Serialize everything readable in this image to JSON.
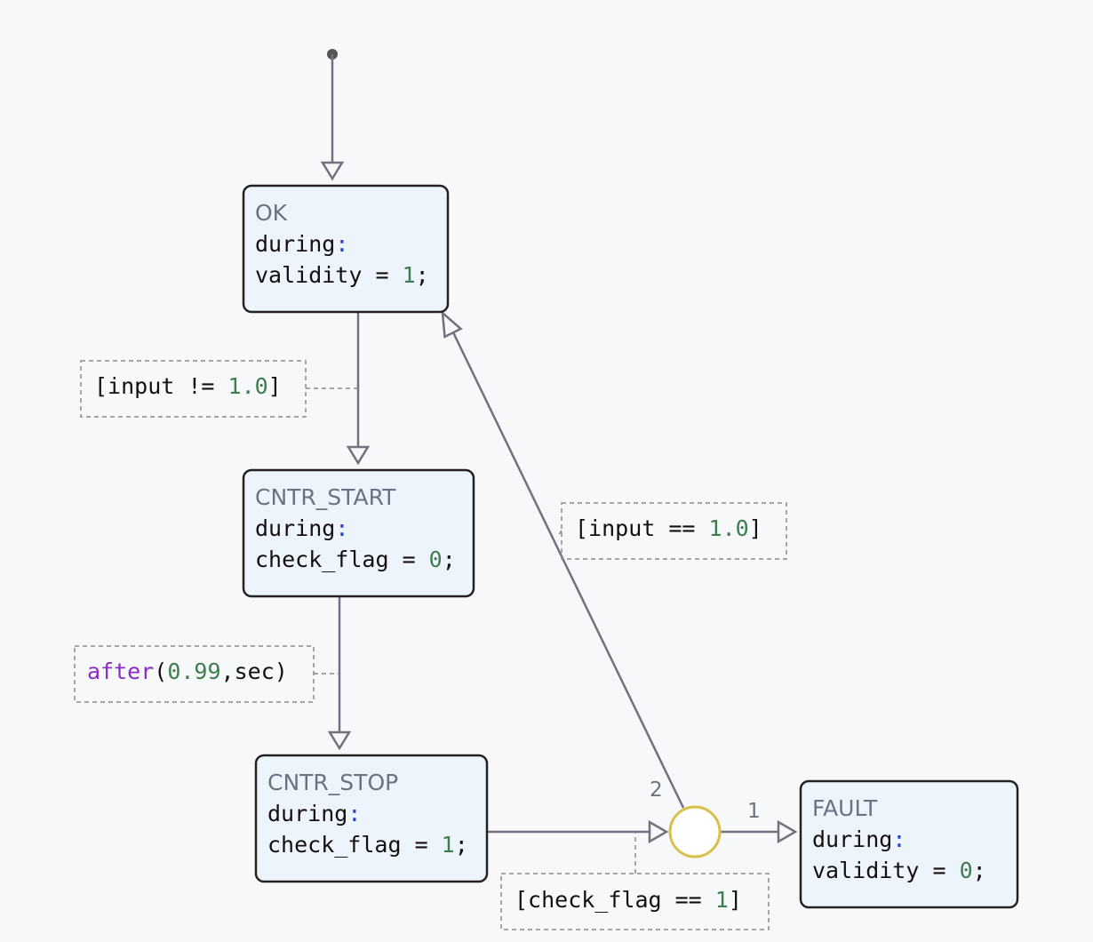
{
  "states": {
    "ok": {
      "name": "OK",
      "action_kw": "during",
      "action_var": "validity",
      "action_op": " = ",
      "action_val": "1",
      "action_end": ";"
    },
    "cntr_start": {
      "name": "CNTR_START",
      "action_kw": "during",
      "action_var": "check_flag",
      "action_op": " = ",
      "action_val": "0",
      "action_end": ";"
    },
    "cntr_stop": {
      "name": "CNTR_STOP",
      "action_kw": "during",
      "action_var": "check_flag",
      "action_op": " = ",
      "action_val": "1",
      "action_end": ";"
    },
    "fault": {
      "name": "FAULT",
      "action_kw": "during",
      "action_var": "validity",
      "action_op": " = ",
      "action_val": "0",
      "action_end": ";"
    }
  },
  "guards": {
    "input_ne": {
      "open": "[input != ",
      "value": "1.0",
      "close": "]"
    },
    "after": {
      "fn": "after",
      "open": "(",
      "value": "0.99",
      "rest": ",sec)"
    },
    "input_eq": {
      "open": "[input == ",
      "value": "1.0",
      "close": "]"
    },
    "check_flag_eq": {
      "open": "[check_flag == ",
      "value": "1",
      "close": "]"
    }
  },
  "orders": {
    "to_ok": "2",
    "to_fault": "1"
  },
  "colors": {
    "state_fill": "#eef4fc",
    "edge": "#72727e",
    "junction": "#d8c04a",
    "keyword": "#1f3fd6",
    "number": "#3f7d4f",
    "function": "#8a2cc6"
  }
}
